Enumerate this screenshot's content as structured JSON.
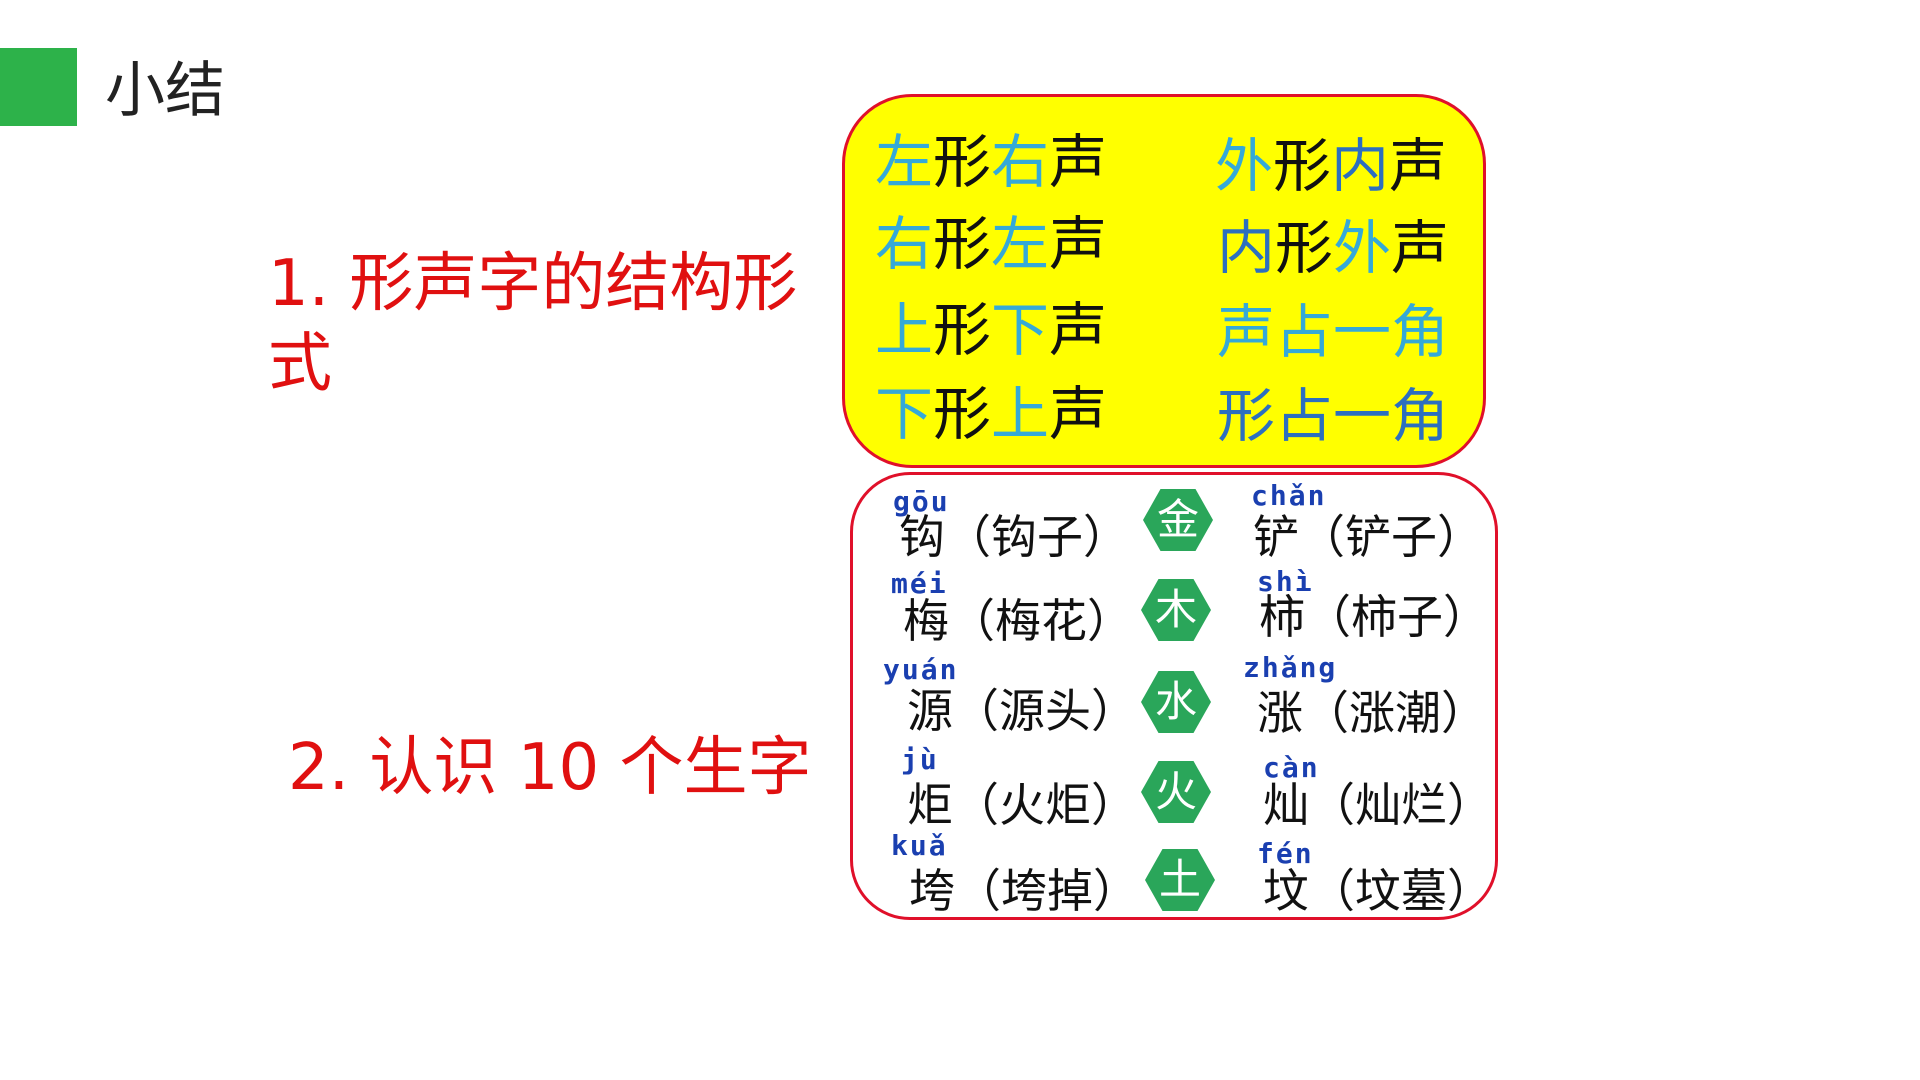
{
  "title": "小结",
  "points": {
    "p1": "1. 形声字的结构形式",
    "p2": "2. 认识 10 个生字"
  },
  "structure": [
    [
      {
        "t": "左",
        "c": "blue"
      },
      {
        "t": "形",
        "c": "black"
      },
      {
        "t": "右",
        "c": "blue"
      },
      {
        "t": "声",
        "c": "black"
      }
    ],
    [
      {
        "t": "右",
        "c": "blue"
      },
      {
        "t": "形",
        "c": "black"
      },
      {
        "t": "左",
        "c": "blue"
      },
      {
        "t": "声",
        "c": "black"
      }
    ],
    [
      {
        "t": "上",
        "c": "blue"
      },
      {
        "t": "形",
        "c": "black"
      },
      {
        "t": "下",
        "c": "blue"
      },
      {
        "t": "声",
        "c": "black"
      }
    ],
    [
      {
        "t": "下",
        "c": "blue"
      },
      {
        "t": "形",
        "c": "black"
      },
      {
        "t": "上",
        "c": "blue"
      },
      {
        "t": "声",
        "c": "black"
      }
    ],
    [
      {
        "t": "外",
        "c": "blue"
      },
      {
        "t": "形",
        "c": "black"
      },
      {
        "t": "内",
        "c": "dblue"
      },
      {
        "t": "声",
        "c": "black"
      }
    ],
    [
      {
        "t": "内",
        "c": "dblue"
      },
      {
        "t": "形",
        "c": "black"
      },
      {
        "t": "外",
        "c": "blue"
      },
      {
        "t": "声",
        "c": "black"
      }
    ],
    [
      {
        "t": "声占一角",
        "c": "blue"
      }
    ],
    [
      {
        "t": "形占一角",
        "c": "dblue"
      }
    ]
  ],
  "rows": [
    {
      "element": "金",
      "left": {
        "pinyin": "gōu",
        "word": "钩（钩子）"
      },
      "right": {
        "pinyin": "chǎn",
        "word": "铲（铲子）"
      }
    },
    {
      "element": "木",
      "left": {
        "pinyin": "méi",
        "word": "梅（梅花）"
      },
      "right": {
        "pinyin": "shì",
        "word": "柿（柿子）"
      }
    },
    {
      "element": "水",
      "left": {
        "pinyin": "yuán",
        "word": "源（源头）"
      },
      "right": {
        "pinyin": "zhǎng",
        "word": "涨（涨潮）"
      }
    },
    {
      "element": "火",
      "left": {
        "pinyin": "jù",
        "word": "炬（火炬）"
      },
      "right": {
        "pinyin": "càn",
        "word": "灿（灿烂）"
      }
    },
    {
      "element": "土",
      "left": {
        "pinyin": "kuǎ",
        "word": "垮（垮掉）"
      },
      "right": {
        "pinyin": "fén",
        "word": "坟（坟墓）"
      }
    }
  ],
  "colors": {
    "accent_green": "#2db24a",
    "point_red": "#e01010",
    "box_yellow": "#ffff00",
    "border_red": "#e0102a",
    "pinyin_blue": "#1a3fb0",
    "badge_green": "#2aa65a"
  }
}
